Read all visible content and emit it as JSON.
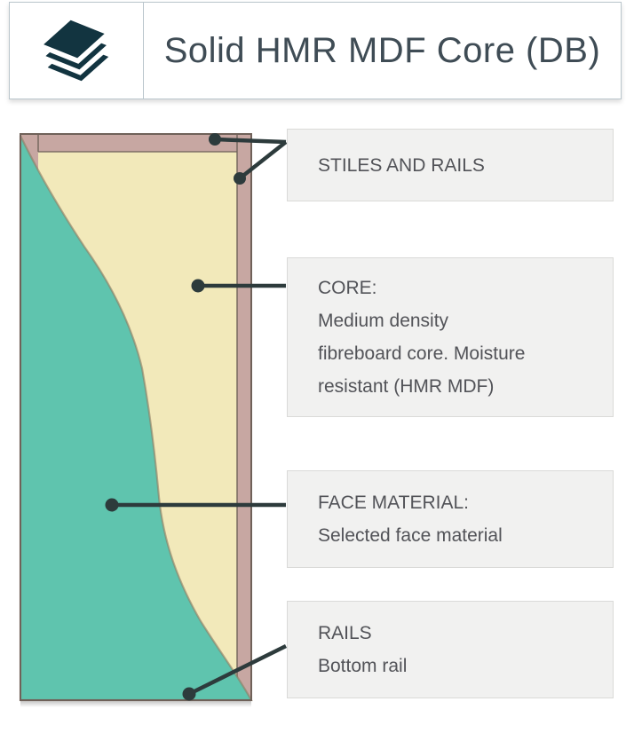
{
  "header": {
    "title": "Solid HMR MDF Core (DB)",
    "icon": "layers-stack-icon"
  },
  "callouts": {
    "stiles": {
      "l1": "STILES AND RAILS"
    },
    "core": {
      "l1": "CORE:",
      "l2": "Medium density",
      "l3": "fibreboard core. Moisture",
      "l4": "resistant (HMR MDF)"
    },
    "face": {
      "l1": "FACE MATERIAL:",
      "l2": "Selected face material"
    },
    "rails": {
      "l1": "RAILS",
      "l2": "Bottom rail"
    }
  },
  "diagram_parts": [
    "stiles-and-rails-frame",
    "hmr-mdf-core",
    "face-material-sheet",
    "bottom-rail"
  ],
  "colors": {
    "face_teal": "#5fc4ae",
    "face_edge": "#8d7c60",
    "core_cream": "#f2e9ba",
    "rail_pink": "#c7a7a2",
    "rail_outline": "#6f6159",
    "connector": "#2d3b3c",
    "icon": "#123440",
    "label_bg": "#f1f1f0",
    "label_border": "#dadad8",
    "label_text": "#525358",
    "title_text": "#3f4c55",
    "header_border": "#bac6cc"
  }
}
